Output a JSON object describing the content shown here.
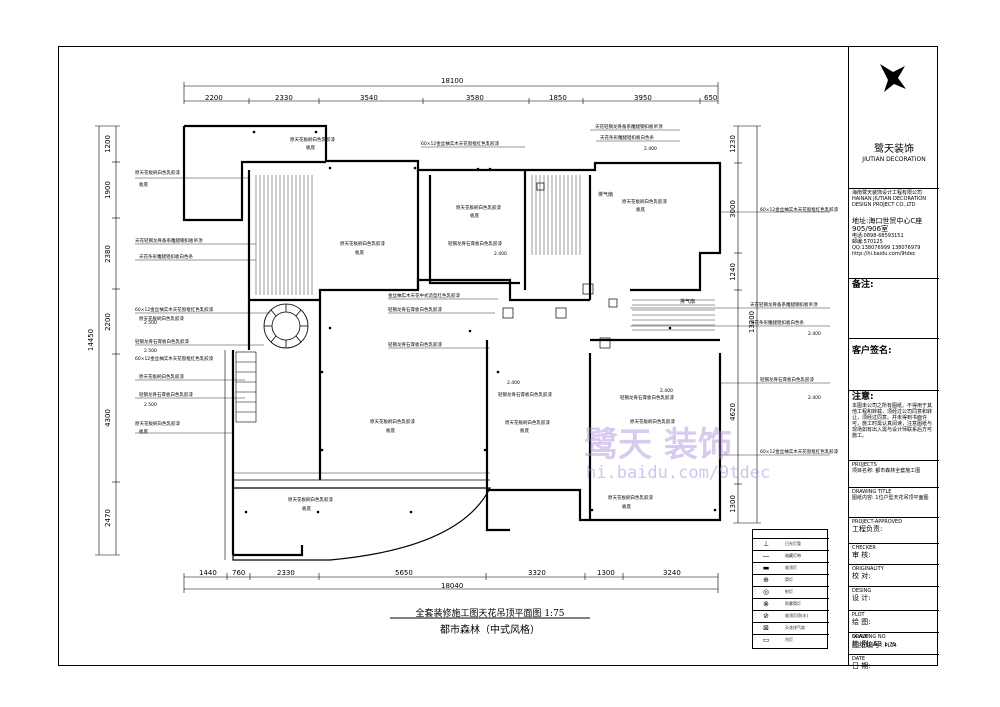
{
  "drawing": {
    "title_main": "全套装修施工图天花吊顶平面图  1:75",
    "title_sub": "都市森林（中式风格）"
  },
  "dimensions": {
    "top_total": "18100",
    "top_segments": [
      "2200",
      "2330",
      "3540",
      "3580",
      "1850",
      "3950",
      "650"
    ],
    "bottom_total": "18040",
    "bottom_segments": [
      "1440",
      "760",
      "2330",
      "5650",
      "3320",
      "1300",
      "3240"
    ],
    "left_total": "14450",
    "left_segments": [
      "1200",
      "1900",
      "2380",
      "2200",
      "4300",
      "2470"
    ],
    "right_total": "13200",
    "right_segments": [
      "1230",
      "3000",
      "1240",
      "4620",
      "1300"
    ]
  },
  "annotations": {
    "a1": "原天花板刷白色乳胶漆",
    "a2": "60×12金丝柚实木天花窗框红色乳胶漆",
    "a3": "天花轻钢龙骨备系雕腿钢扣板吊顶",
    "a4": "天花条形雕腿铝扣板白色条",
    "a5": "轻钢龙骨石膏板白色乳胶漆",
    "a6": "金丝柚实木天花中式造型红色乳胶漆",
    "a7": "60×12金丝柚实木天花窗框红色乳胶漆",
    "a8": "天花轻钢龙骨备系雕腿钢扣板吊顶",
    "lamp1": "排气扇",
    "lamp2": "筒灯",
    "level": "2.400",
    "level2": "2.500",
    "stone": "板底"
  },
  "title_block": {
    "company_cn": "鹭天装饰",
    "company_en": "JIUTIAN DECORATION",
    "company_full": "海南鹭天装饰设计工程有限公司",
    "company_full_en": "HAINAN JIUTIAN DECORATION DESIGN PROJECT CO.,LTD",
    "address": "地址:海口世贸中心C座 905/906室",
    "tel": "电话:0898-68593151",
    "post": "邮编:570125",
    "qq": "QQ:138076999 138076979",
    "web": "http://hi.baidu.com/9tdec",
    "remark": "备注:",
    "client": "客户签名:",
    "note_label": "注意:",
    "note_text": "本图未公司之所有图纸。不得用于其他工程和转载，须经过公司同意和转让，须经过同意。并未得到书面许可，施工时需认真阅读，注意图纸与现场如有出入需与设计师联系后方可施工。",
    "projects_label": "PROJECTS",
    "project_cn": "项目名称:",
    "project_value": "都市森林全套施工图",
    "drawing_title_label": "DRAWING TITLE",
    "drawing_cn": "图纸内容:",
    "drawing_value": "1位户型天花吊顶平面图",
    "approved_label": "PROJECT-APPROVED",
    "approved_cn": "工程负责:",
    "checker_label": "CHECKER",
    "checker_cn": "审 核:",
    "originality_label": "ORIGINALITY",
    "originality_cn": "校 对:",
    "desing_label": "DESING",
    "desing_cn": "设 计:",
    "plot_label": "PLOT",
    "plot_cn": "绘 图:",
    "scale_label": "SCALE",
    "scale_cn": "比 例: A3",
    "scale_value": "1:75",
    "date_label": "DATE",
    "date_cn": "日 期:",
    "no_label": "DRAWING NO",
    "no_cn": "图纸编号:",
    "no_value": "PL04"
  },
  "legend": [
    {
      "sym": "⊥",
      "txt": "日光灯管"
    },
    {
      "sym": "—",
      "txt": "暗藏灯带"
    },
    {
      "sym": "▬",
      "txt": "吸顶灯"
    },
    {
      "sym": "⊕",
      "txt": "筒灯"
    },
    {
      "sym": "◎",
      "txt": "射灯"
    },
    {
      "sym": "⊗",
      "txt": "防雾筒灯"
    },
    {
      "sym": "⊘",
      "txt": "吸顶灯(防水)"
    },
    {
      "sym": "⊠",
      "txt": "天花排气扇"
    },
    {
      "sym": "▭",
      "txt": "吊灯"
    }
  ],
  "watermark": {
    "text": "鹭天   装饰",
    "url": "hi.baidu.com/9tdec"
  }
}
